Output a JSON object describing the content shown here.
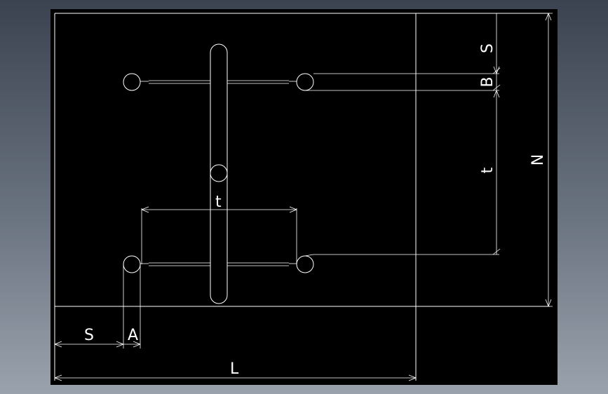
{
  "drawing": {
    "background_color": "#000000",
    "stroke_color": "#ffffff",
    "app_background": "#5a6270",
    "labels": {
      "S_horizontal": "S",
      "A": "A",
      "L": "L",
      "t_horizontal": "t",
      "S_vertical": "S",
      "B": "B",
      "t_vertical": "t",
      "N": "N"
    }
  }
}
